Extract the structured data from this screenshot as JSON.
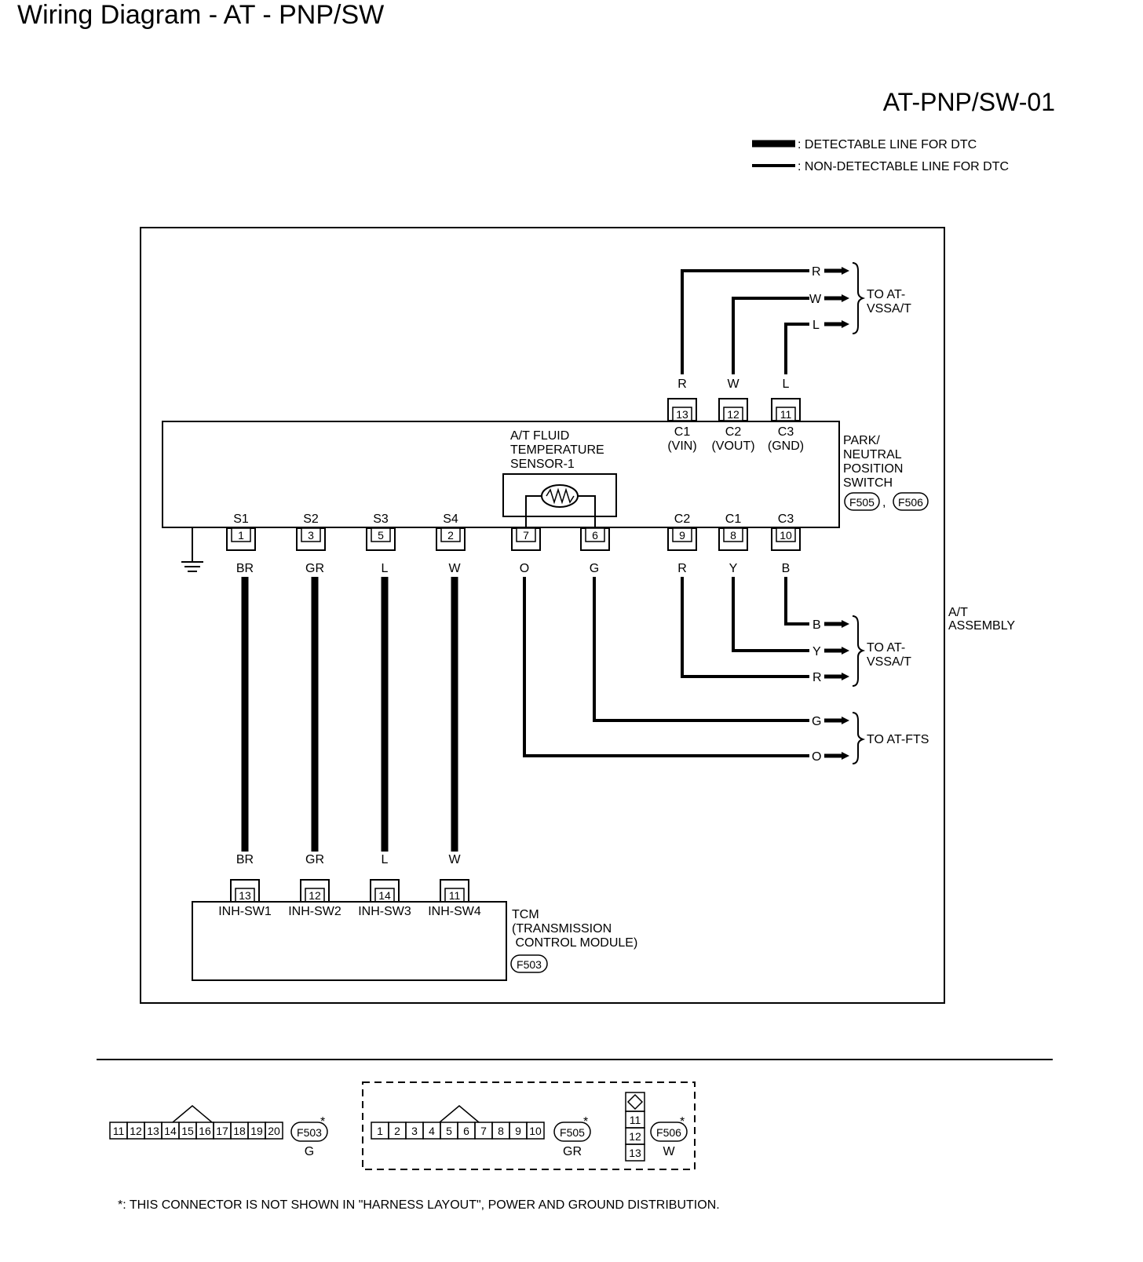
{
  "title": "Wiring Diagram - AT - PNP/SW",
  "diagram_id": "AT-PNP/SW-01",
  "legend": {
    "detectable": ": DETECTABLE LINE FOR DTC",
    "non_detectable": ": NON-DETECTABLE LINE FOR DTC"
  },
  "pnp_switch": {
    "name_lines": [
      "PARK/",
      "NEUTRAL",
      "POSITION",
      "SWITCH"
    ],
    "connectors": [
      "F505",
      "F506"
    ],
    "connector_sep": ",",
    "sensor_lines": [
      "A/T FLUID",
      "TEMPERATURE",
      "SENSOR-1"
    ],
    "top_pins": [
      {
        "pin": "13",
        "name": "C1",
        "sub": "(VIN)",
        "wire": "R"
      },
      {
        "pin": "12",
        "name": "C2",
        "sub": "(VOUT)",
        "wire": "W"
      },
      {
        "pin": "11",
        "name": "C3",
        "sub": "(GND)",
        "wire": "L"
      }
    ],
    "bottom_pins": [
      {
        "pin": "1",
        "name": "S1",
        "wire": "BR"
      },
      {
        "pin": "3",
        "name": "S2",
        "wire": "GR"
      },
      {
        "pin": "5",
        "name": "S3",
        "wire": "L"
      },
      {
        "pin": "2",
        "name": "S4",
        "wire": "W"
      },
      {
        "pin": "7",
        "name": "",
        "wire": "O"
      },
      {
        "pin": "6",
        "name": "",
        "wire": "G"
      },
      {
        "pin": "9",
        "name": "C2",
        "wire": "R"
      },
      {
        "pin": "8",
        "name": "C1",
        "wire": "Y"
      },
      {
        "pin": "10",
        "name": "C3",
        "wire": "B"
      }
    ]
  },
  "destinations": {
    "top": {
      "wires": [
        "R",
        "W",
        "L"
      ],
      "label_lines": [
        "TO AT-",
        "VSSA/T"
      ]
    },
    "mid": {
      "wires": [
        "B",
        "Y",
        "R"
      ],
      "label_lines": [
        "TO AT-",
        "VSSA/T"
      ]
    },
    "fts": {
      "wires": [
        "G",
        "O"
      ],
      "label": "TO AT-FTS"
    }
  },
  "at_assembly_lines": [
    "A/T",
    "ASSEMBLY"
  ],
  "tcm": {
    "name_lines": [
      "TCM",
      "(TRANSMISSION",
      " CONTROL MODULE)"
    ],
    "connector": "F503",
    "pins": [
      {
        "pin": "13",
        "name": "INH-SW1",
        "wire": "BR"
      },
      {
        "pin": "12",
        "name": "INH-SW2",
        "wire": "GR"
      },
      {
        "pin": "14",
        "name": "INH-SW3",
        "wire": "L"
      },
      {
        "pin": "11",
        "name": "INH-SW4",
        "wire": "W"
      }
    ]
  },
  "connector_views": {
    "f503": {
      "pins": [
        "11",
        "12",
        "13",
        "14",
        "15",
        "16",
        "17",
        "18",
        "19",
        "20"
      ],
      "id": "F503",
      "color": "G",
      "star": "*"
    },
    "f505": {
      "pins": [
        "1",
        "2",
        "3",
        "4",
        "5",
        "6",
        "7",
        "8",
        "9",
        "10"
      ],
      "id": "F505",
      "color": "GR",
      "star": "*"
    },
    "f506": {
      "pins": [
        "11",
        "12",
        "13"
      ],
      "id": "F506",
      "color": "W",
      "star": "*"
    }
  },
  "footnote": "*: THIS CONNECTOR IS NOT SHOWN IN \"HARNESS LAYOUT\",  POWER AND GROUND DISTRIBUTION."
}
